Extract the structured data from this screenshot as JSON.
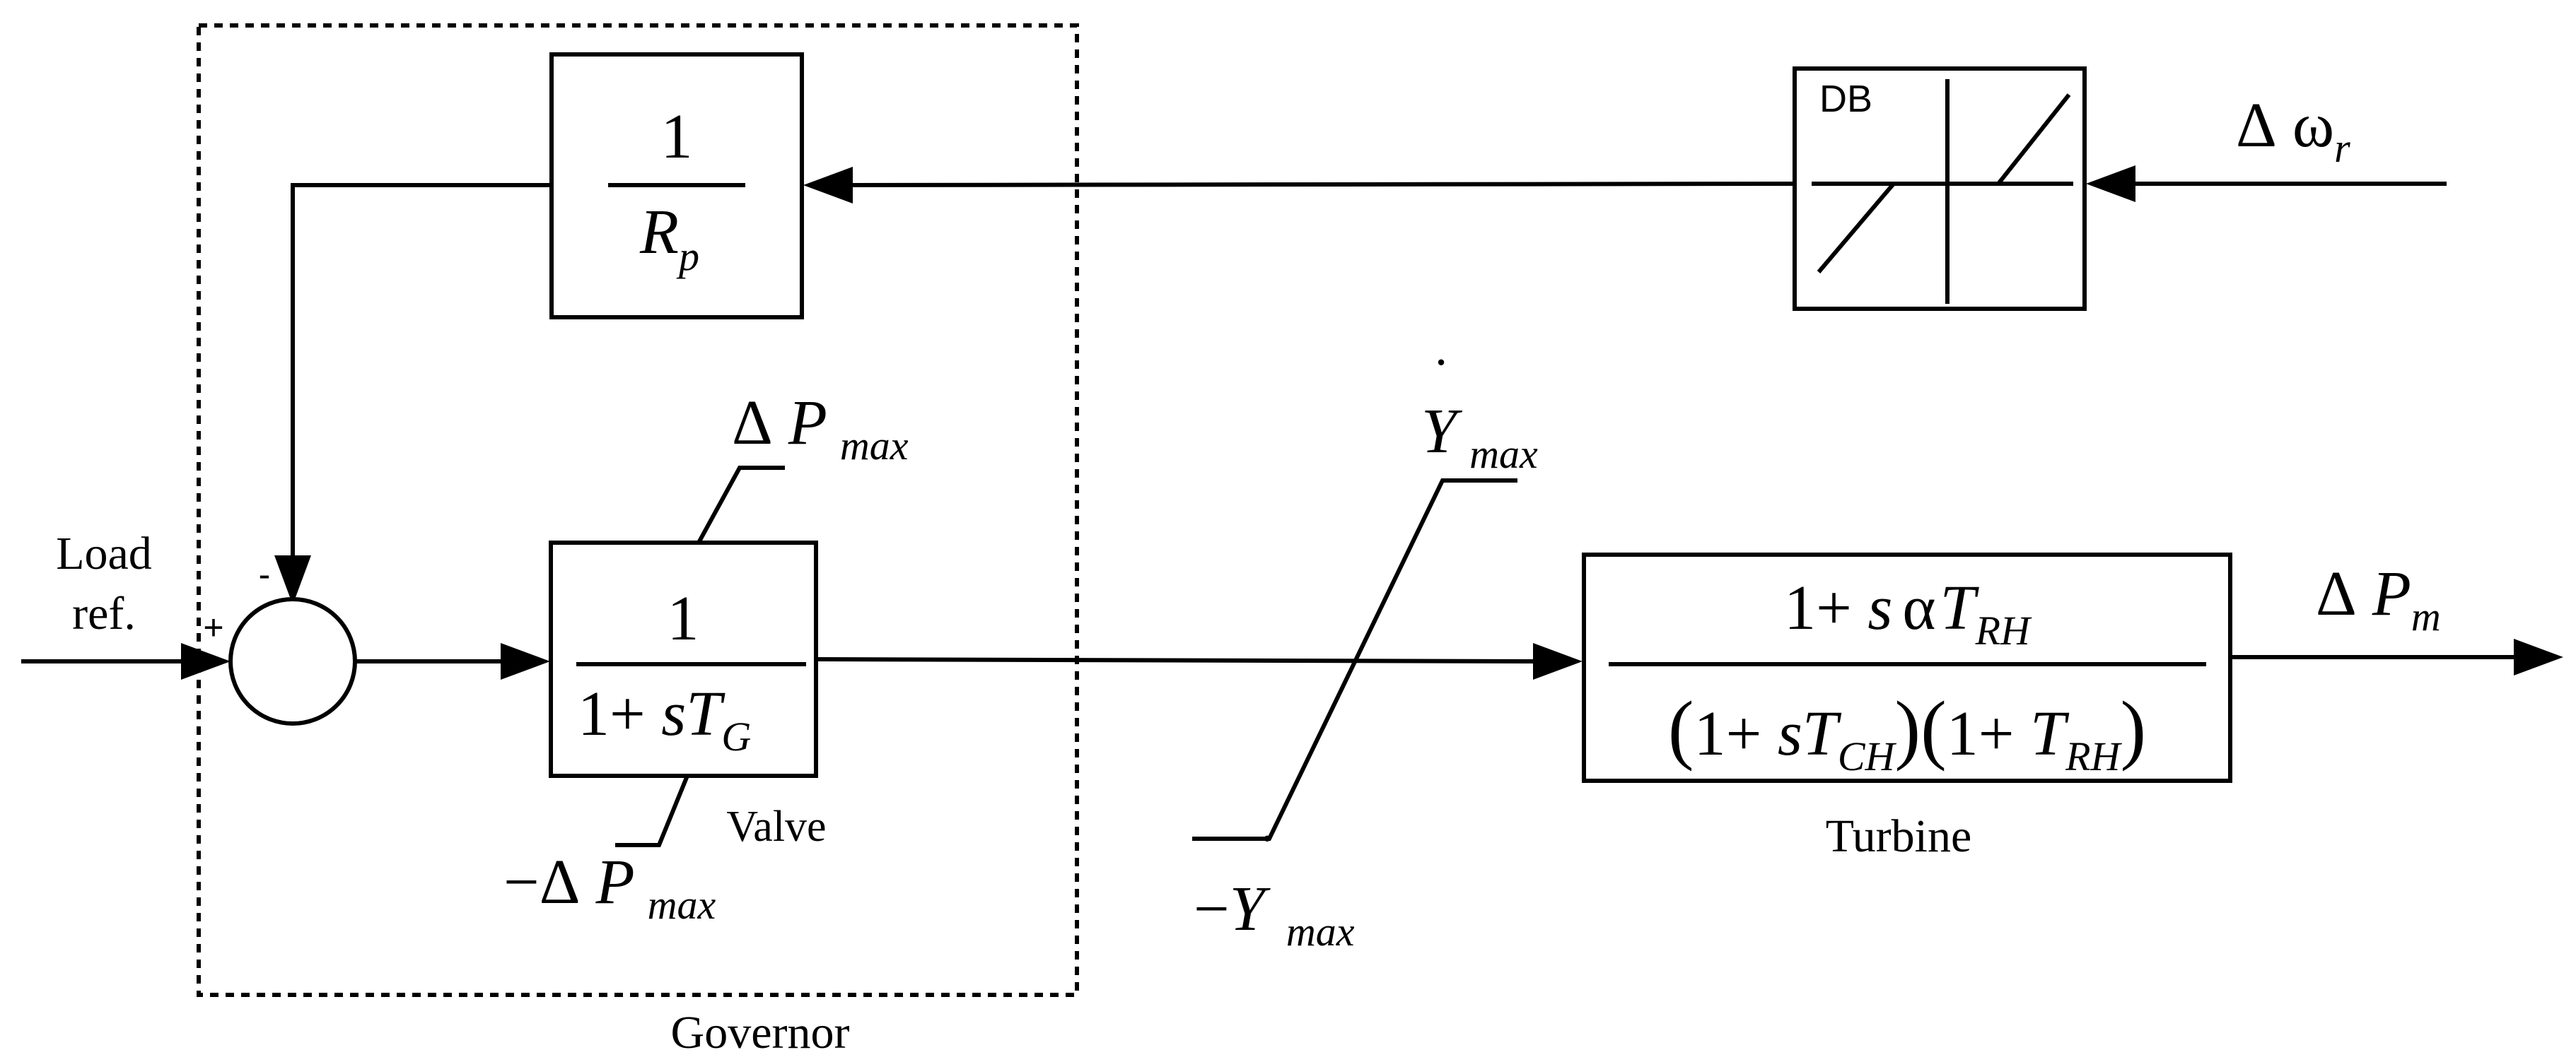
{
  "governor": {
    "label": "Governor",
    "droop": {
      "num": "1",
      "den_main": "R",
      "den_sub": "p"
    },
    "valve": {
      "num": "1",
      "den_prefix": "1+ ",
      "den_s": "s",
      "den_T": "T",
      "den_sub": "G",
      "label": "Valve",
      "upper_limit": {
        "delta": "Δ",
        "var": "P",
        "sub": "max"
      },
      "lower_limit": {
        "minus": "−",
        "delta": "Δ",
        "var": "P",
        "sub": "max"
      }
    }
  },
  "summing_junction": {
    "minus_sign": "-",
    "plus_sign": "+"
  },
  "input_load_ref": {
    "line1": "Load",
    "line2": "ref."
  },
  "deadband": {
    "label": "DB"
  },
  "speed_input": {
    "delta": "Δ",
    "var": "ω",
    "sub": "r"
  },
  "rate_limiter": {
    "upper": {
      "var": "Y",
      "dot": "˙",
      "sub": "max"
    },
    "lower": {
      "minus": "−",
      "var": "Y",
      "dot": "˙",
      "sub": "max"
    }
  },
  "turbine": {
    "label": "Turbine",
    "num": {
      "prefix": "1+ ",
      "s": "s",
      "alpha": "α",
      "T": "T",
      "sub": "RH"
    },
    "den": {
      "open1": "(",
      "p1": "1+ ",
      "s": "s",
      "T1": "T",
      "sub1": "CH",
      "close1": ")",
      "open2": "(",
      "p2": "1+ ",
      "T2": "T",
      "sub2": "RH",
      "close2": ")"
    }
  },
  "output": {
    "delta": "Δ",
    "var": "P",
    "sub": "m"
  }
}
